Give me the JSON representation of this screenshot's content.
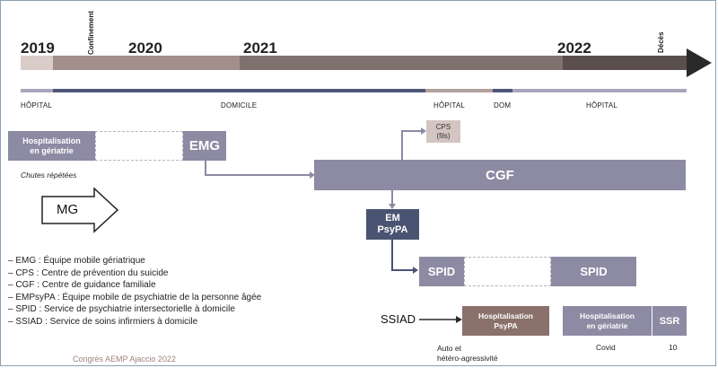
{
  "timeline": {
    "years": [
      "2019",
      "2020",
      "2021",
      "2022"
    ],
    "markers": {
      "confinement": "Confinement",
      "deces": "Décès"
    },
    "locations": {
      "hopital1": "HÔPITAL",
      "domicile": "DOMICILE",
      "hopital2": "HÔPITAL",
      "dom": "DOM",
      "hopital3": "HÔPITAL"
    }
  },
  "boxes": {
    "hosp_geriatrie": "Hospitalisation\nen gériatrie",
    "emg": "EMG",
    "chutes": "Chutes répétées",
    "mg": "MG",
    "cps": "CPS\n(fils)",
    "cgf": "CGF",
    "empsypa": "EM\nPsyPA",
    "spid1": "SPID",
    "spid2": "SPID",
    "ssiad": "SSIAD",
    "hosp_psypa": "Hospitalisation\nPsyPA",
    "hosp_psypa_note": "Auto et\nhétéro-agressivité",
    "hosp_geriatrie2": "Hospitalisation\nen gériatrie",
    "ssr": "SSR",
    "covid": "Covid",
    "ssr_note": "10"
  },
  "legend": [
    "–  EMG : Équipe mobile gériatrique",
    "–  CPS : Centre de prévention du suicide",
    "–  CGF : Centre de guidance familiale",
    "–  EMPsyPA : Équipe mobile de psychiatrie de la personne âgée",
    "–  SPID : Service de psychiatrie intersectorielle à domicile",
    "–  SSIAD : Service de soins infirmiers à domicile"
  ],
  "footer": "Congrès AEMP Ajaccio 2022",
  "colors": {
    "bar_early": "#d9ccc9",
    "bar_2020": "#a28f8b",
    "bar_2021": "#7e716e",
    "bar_2022": "#5a4f4d",
    "arrow_head": "#2a2a2a",
    "lane_hopital": "#a9a6bc",
    "lane_domicile": "#4d5677",
    "lane_hopital2": "#b2a09c",
    "lane_dom": "#4d5677",
    "box_purple": "#8d8aa3",
    "box_navy": "#4a5472",
    "box_brown": "#8a716c",
    "box_cps": "#d3c5c2"
  }
}
